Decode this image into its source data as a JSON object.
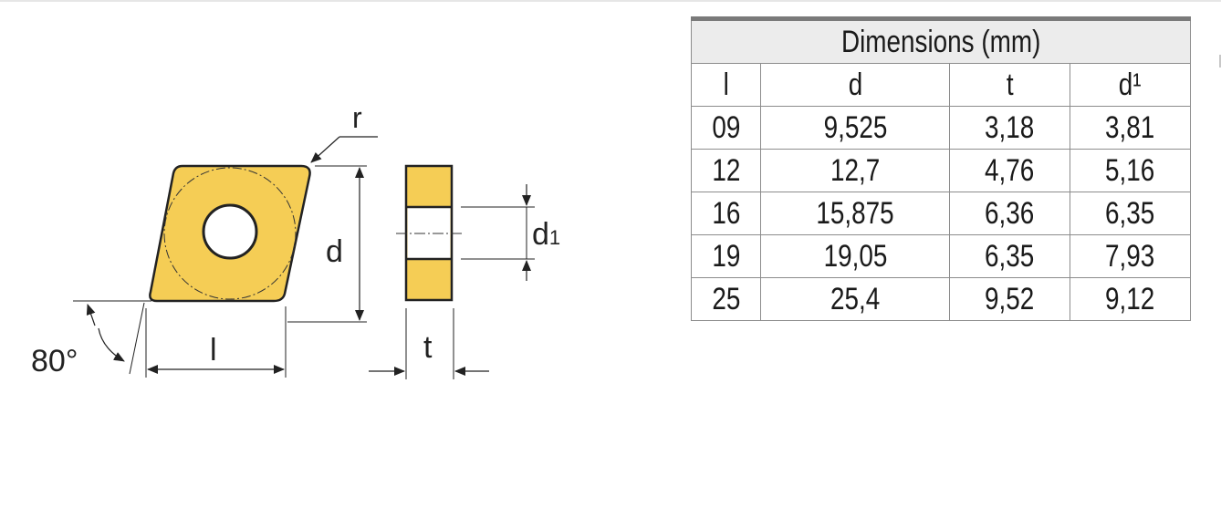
{
  "diagram": {
    "label_r": "r",
    "label_d": "d",
    "label_d1_main": "d",
    "label_d1_sub": "1",
    "label_l": "l",
    "label_t": "t",
    "label_angle": "80°",
    "insert_color": "#f5cd55",
    "outline_color": "#222222"
  },
  "table": {
    "caption": "Dimensions (mm)",
    "columns": [
      "l",
      "d",
      "t",
      "d¹"
    ],
    "rows": [
      [
        "09",
        "9,525",
        "3,18",
        "3,81"
      ],
      [
        "12",
        "12,7",
        "4,76",
        "5,16"
      ],
      [
        "16",
        "15,875",
        "6,36",
        "6,35"
      ],
      [
        "19",
        "19,05",
        "6,35",
        "7,93"
      ],
      [
        "25",
        "25,4",
        "9,52",
        "9,12"
      ]
    ]
  }
}
